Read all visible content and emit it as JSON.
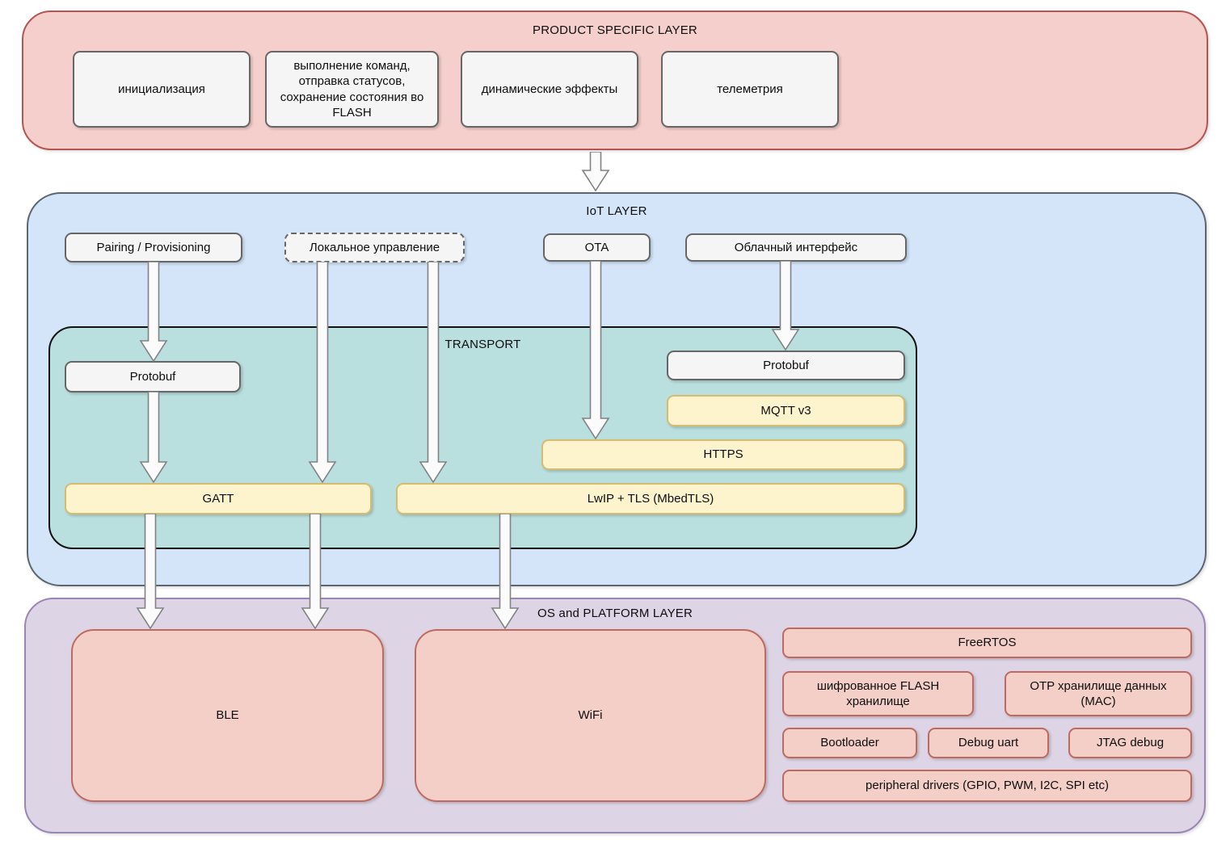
{
  "product_layer": {
    "title": "PRODUCT SPECIFIC LAYER",
    "boxes": [
      "инициализация",
      "выполнение команд, отправка статусов, сохранение состояния во FLASH",
      "динамические эффекты",
      "телеметрия"
    ]
  },
  "iot_layer": {
    "title": "IoT LAYER",
    "boxes": [
      "Pairing / Provisioning",
      "Локальное управление",
      "OTA",
      "Облачный интерфейс"
    ]
  },
  "transport": {
    "title": "TRANSPORT",
    "protobuf_left": "Protobuf",
    "protobuf_right": "Protobuf",
    "mqtt": "MQTT v3",
    "https": "HTTPS",
    "gatt": "GATT",
    "lwip": "LwIP + TLS (MbedTLS)"
  },
  "os_layer": {
    "title": "OS and PLATFORM LAYER",
    "ble": "BLE",
    "wifi": "WiFi",
    "freertos": "FreeRTOS",
    "flash_storage": "шифрованное FLASH хранилище",
    "otp_storage": "OTP хранилище данных (MAC)",
    "bootloader": "Bootloader",
    "debug_uart": "Debug uart",
    "jtag": "JTAG debug",
    "peripheral": "peripheral drivers (GPIO, PWM, I2C, SPI etc)"
  },
  "arrows": [
    {
      "from": "PRODUCT SPECIFIC LAYER",
      "to": "IoT LAYER"
    },
    {
      "from": "Pairing / Provisioning",
      "to": "Protobuf"
    },
    {
      "from": "Protobuf",
      "to": "GATT"
    },
    {
      "from": "Локальное управление",
      "to": "GATT"
    },
    {
      "from": "Локальное управление",
      "to": "LwIP + TLS (MbedTLS)"
    },
    {
      "from": "OTA",
      "to": "HTTPS"
    },
    {
      "from": "Облачный интерфейс",
      "to": "Protobuf"
    },
    {
      "from": "GATT",
      "to": "BLE"
    },
    {
      "from": "GATT",
      "to": "BLE"
    },
    {
      "from": "LwIP + TLS (MbedTLS)",
      "to": "WiFi"
    }
  ],
  "palette": {
    "product_fill": "#f4cfcc",
    "product_border": "#b85450",
    "iot_fill": "#d4e5fa",
    "iot_border": "#5c6670",
    "transport_fill": "#b9dfde",
    "transport_border": "#4b9b9b",
    "os_fill": "#ddd4e5",
    "os_border": "#9a86b5",
    "gray_fill": "#f5f5f5",
    "gray_border": "#666666",
    "yellow_fill": "#fdf3cd",
    "yellow_border": "#d6bc6f",
    "pink_fill": "#f4cfc8",
    "pink_border": "#c06a5f",
    "arrow_fill": "#fbfbfb",
    "arrow_stroke": "#828282"
  }
}
